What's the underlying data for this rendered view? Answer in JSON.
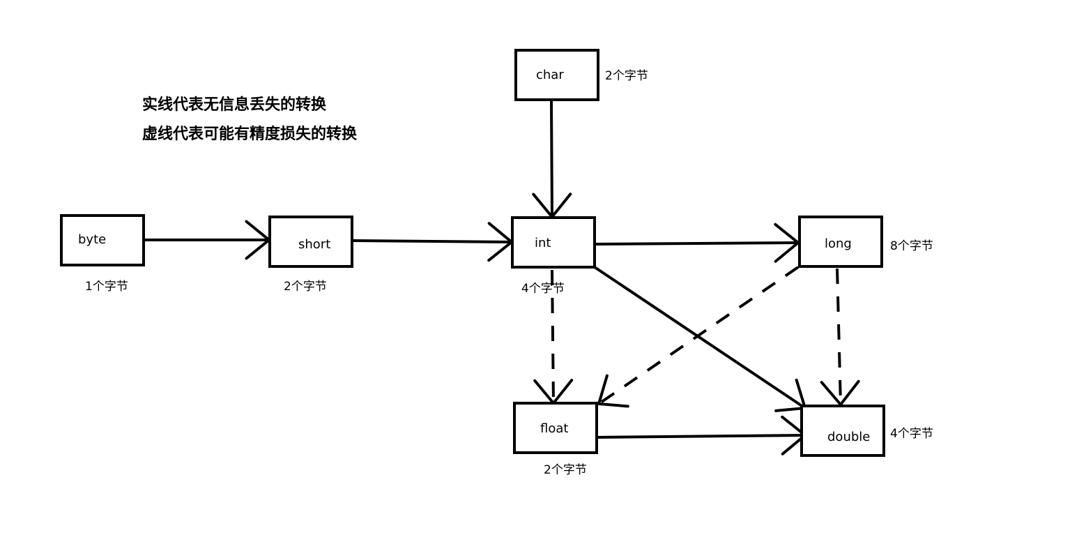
{
  "legend": {
    "solid": "实线代表无信息丢失的转换",
    "dashed": "虚线代表可能有精度损失的转换"
  },
  "nodes": {
    "byte": {
      "label": "byte",
      "size": "1个字节"
    },
    "short": {
      "label": "short",
      "size": "2个字节"
    },
    "char": {
      "label": "char",
      "size": "2个字节"
    },
    "int": {
      "label": "int",
      "size": "4个字节"
    },
    "long": {
      "label": "long",
      "size": "8个字节"
    },
    "float": {
      "label": "float",
      "size": "2个字节"
    },
    "double": {
      "label": "double",
      "size": "4个字节"
    }
  },
  "edges": [
    {
      "from": "byte",
      "to": "short",
      "style": "solid"
    },
    {
      "from": "short",
      "to": "int",
      "style": "solid"
    },
    {
      "from": "char",
      "to": "int",
      "style": "solid"
    },
    {
      "from": "int",
      "to": "long",
      "style": "solid"
    },
    {
      "from": "int",
      "to": "double",
      "style": "solid"
    },
    {
      "from": "float",
      "to": "double",
      "style": "solid"
    },
    {
      "from": "int",
      "to": "float",
      "style": "dashed"
    },
    {
      "from": "long",
      "to": "float",
      "style": "dashed"
    },
    {
      "from": "long",
      "to": "double",
      "style": "dashed"
    }
  ]
}
